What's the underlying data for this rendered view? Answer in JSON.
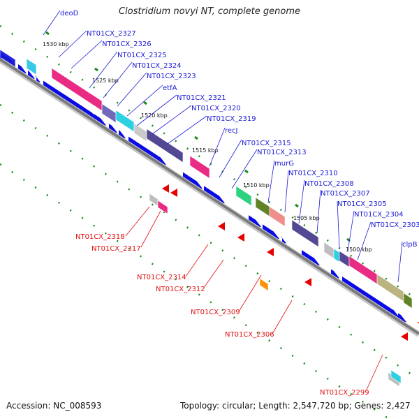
{
  "title": "Clostridium novyi NT, complete genome",
  "accession": "Accession: NC_008593",
  "topology": "Topology: circular; Length: 2,547,720 bp; Genes: 2,427",
  "colors": {
    "backbone": "#808080",
    "cds": "#0a0ae6",
    "dots": "#1a8a1a",
    "plus_label": "#1a1ad6",
    "minus_label": "#e01010"
  },
  "ticks": [
    "1530 kbp",
    "1525 kbp",
    "1520 kbp",
    "1515 kbp",
    "1510 kbp",
    "1505 kbp",
    "1500 kbp"
  ],
  "plus_labels": [
    "deoD",
    "NT01CX_2327",
    "NT01CX_2326",
    "NT01CX_2325",
    "NT01CX_2324",
    "NT01CX_2323",
    "etfA",
    "NT01CX_2321",
    "NT01CX_2320",
    "NT01CX_2319",
    "recJ",
    "NT01CX_2315",
    "NT01CX_2313",
    "murG",
    "NT01CX_2310",
    "NT01CX_2308",
    "NT01CX_2307",
    "NT01CX_2305",
    "NT01CX_2304",
    "NT01CX_2303",
    "clpB"
  ],
  "minus_labels": [
    "NT01CX_2318",
    "NT01CX_2317",
    "NT01CX_2314",
    "NT01CX_2312",
    "NT01CX_2309",
    "NT01CX_2306",
    "NT01CX_2299"
  ]
}
